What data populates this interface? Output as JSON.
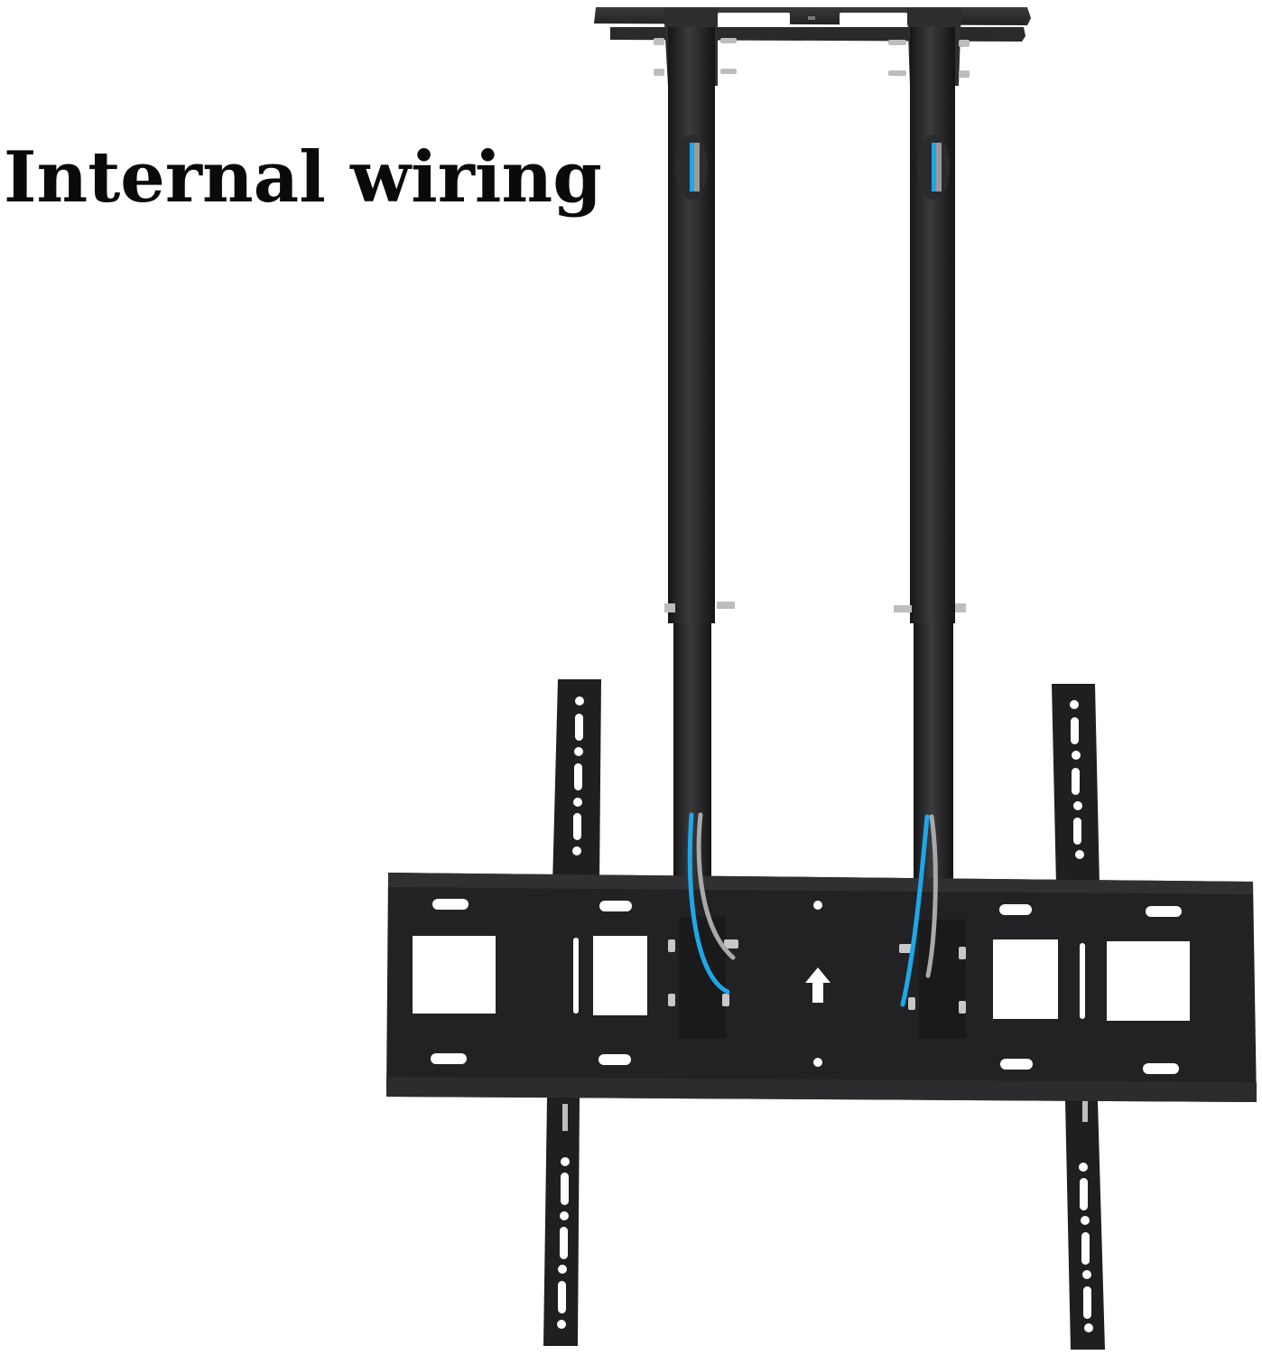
{
  "caption": {
    "text": "Internal wiring"
  },
  "product": {
    "type": "ceiling TV mount",
    "colors": {
      "metal": "#1c1c1e",
      "metal_highlight": "#3a3a3d",
      "plate_top": "#2b2b2d",
      "cable_blue": "#1ea7e8",
      "cable_gray": "#a9a9ab",
      "bolt": "#c8c8c8",
      "background": "#ffffff"
    },
    "parts": [
      "ceiling-plate",
      "left-pole",
      "right-pole",
      "wire-windows",
      "height-adjust-bolts",
      "horizontal-mounting-plate",
      "left-vertical-rail",
      "right-vertical-rail",
      "up-arrow-marker",
      "internal-cables"
    ]
  }
}
